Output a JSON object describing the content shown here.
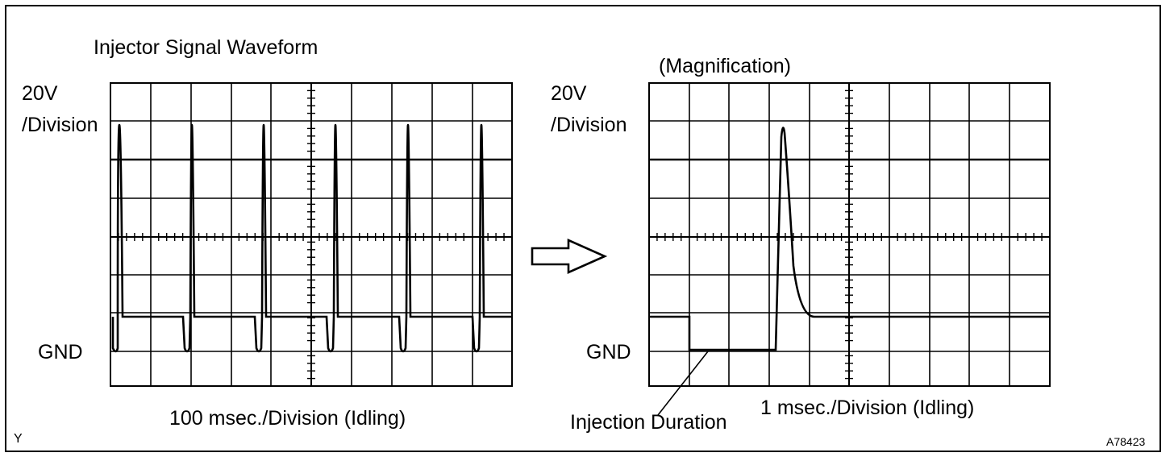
{
  "title": "Injector Signal Waveform",
  "left_scope": {
    "volts_line1": "20V",
    "volts_line2": "/Division",
    "ground_label": "GND",
    "time_scale": "100 msec./Division (Idling)"
  },
  "right_scope": {
    "heading": "(Magnification)",
    "volts_line1": "20V",
    "volts_line2": "/Division",
    "ground_label": "GND",
    "time_scale": "1 msec./Division (Idling)",
    "callout": "Injection Duration"
  },
  "corner_left": "Y",
  "figure_id": "A78423",
  "arrow_icon": "right-arrow-icon",
  "colors": {
    "ink": "#000000",
    "background": "#ffffff"
  }
}
